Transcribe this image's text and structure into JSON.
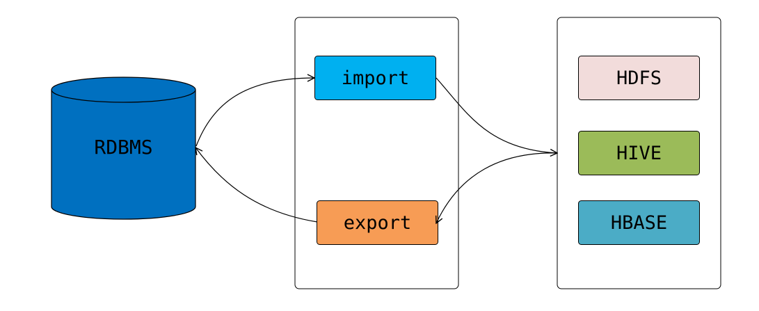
{
  "database": {
    "label": "RDBMS",
    "color": "#0070c0"
  },
  "tool_operations": [
    {
      "label": "import",
      "color": "#00b0f0"
    },
    {
      "label": "export",
      "color": "#f79c55"
    }
  ],
  "hadoop_targets": [
    {
      "label": "HDFS",
      "color": "#f2dcdb"
    },
    {
      "label": "HIVE",
      "color": "#9bbb59"
    },
    {
      "label": "HBASE",
      "color": "#4bacc6"
    }
  ],
  "stroke_color": "#000000"
}
